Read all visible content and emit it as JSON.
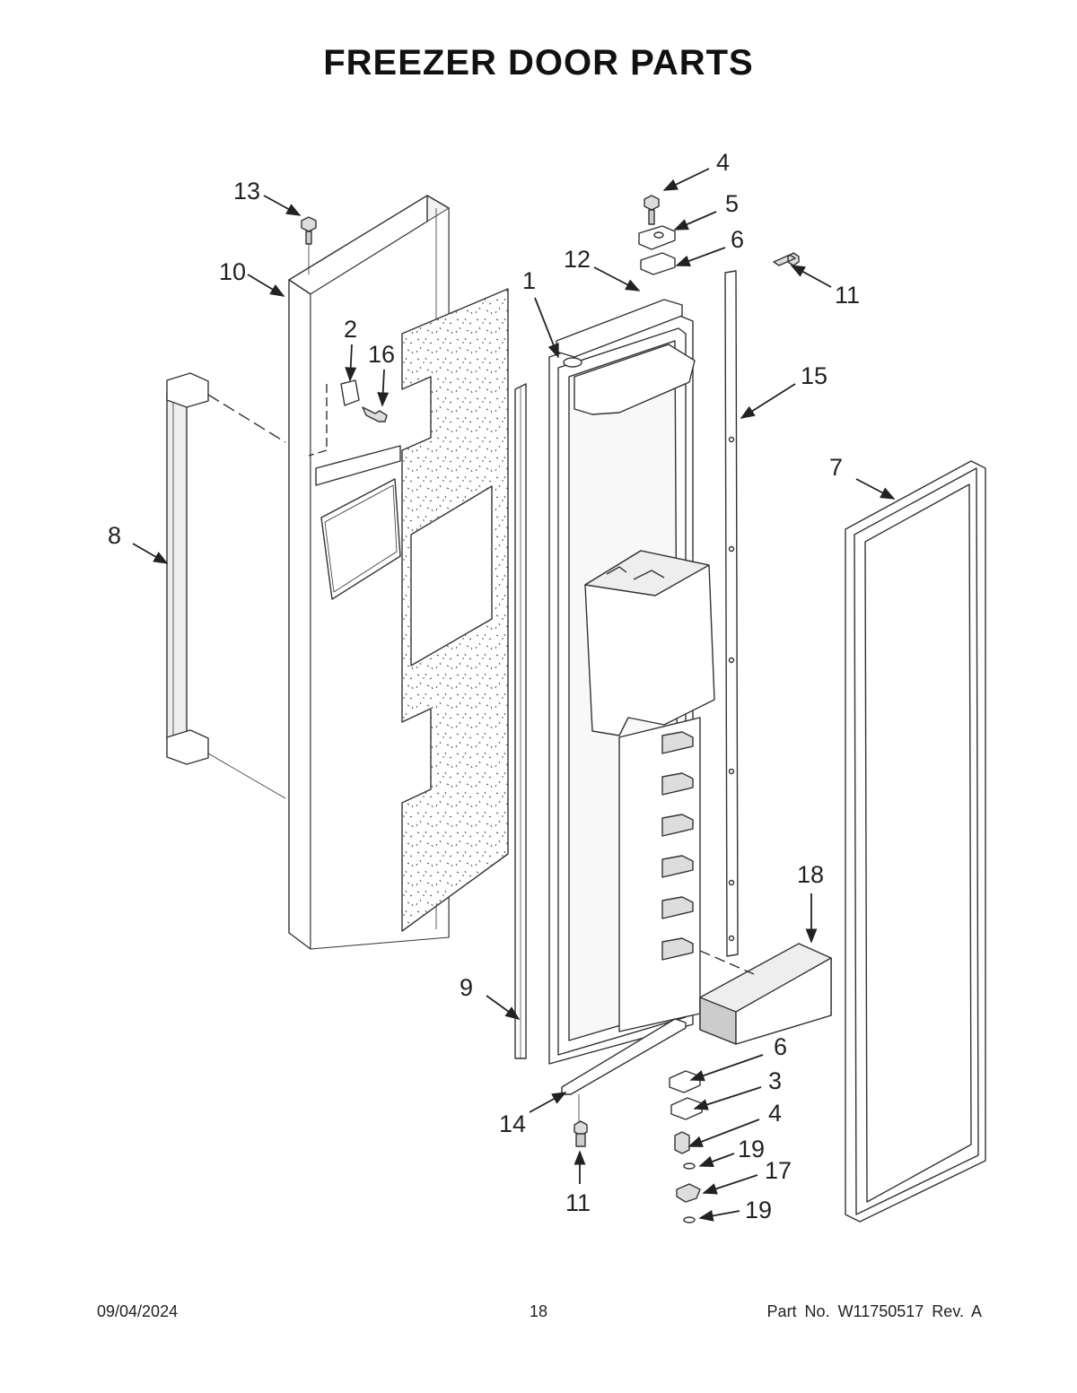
{
  "title": "FREEZER DOOR PARTS",
  "footer": {
    "date": "09/04/2024",
    "page": "18",
    "part_no": "Part No.  W11750517  Rev.  A"
  },
  "callouts": {
    "c1": "1",
    "c2": "2",
    "c3": "3",
    "c4a": "4",
    "c4b": "4",
    "c5": "5",
    "c6a": "6",
    "c6b": "6",
    "c7": "7",
    "c8": "8",
    "c9": "9",
    "c10": "10",
    "c11a": "11",
    "c11b": "11",
    "c12": "12",
    "c13": "13",
    "c14": "14",
    "c15": "15",
    "c16": "16",
    "c17": "17",
    "c18": "18",
    "c19a": "19",
    "c19b": "19"
  },
  "colors": {
    "line": "#333333",
    "fill": "#ffffff",
    "shade": "#e6e6e6"
  }
}
